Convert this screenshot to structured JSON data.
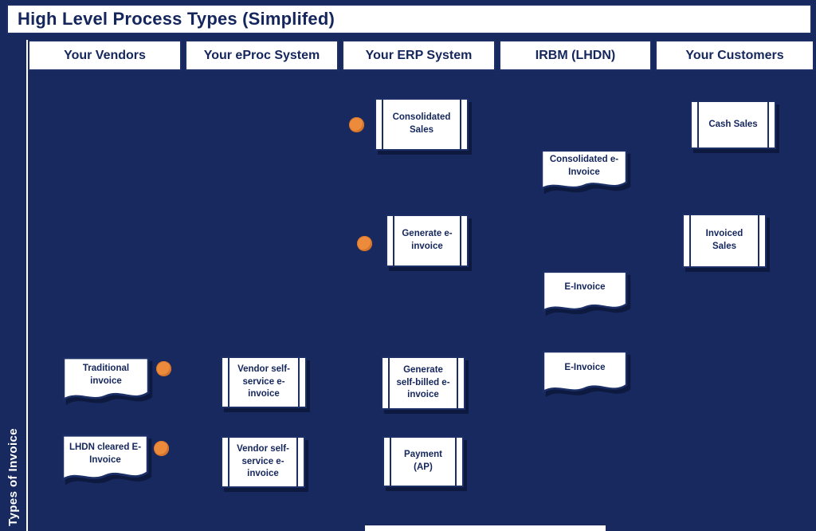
{
  "title": "High Level Process Types (Simplifed)",
  "side_label": "Types of Invoice",
  "lanes": [
    "Your Vendors",
    "Your eProc System",
    "Your ERP System",
    "IRBM (LHDN)",
    "Your Customers"
  ],
  "nodes": [
    {
      "id": "consolidated-sales",
      "type": "process",
      "lane": "Your ERP System",
      "label": "Consolidated Sales"
    },
    {
      "id": "cash-sales",
      "type": "process",
      "lane": "Your Customers",
      "label": "Cash Sales"
    },
    {
      "id": "consolidated-e-invoice",
      "type": "document",
      "lane": "IRBM (LHDN)",
      "label": "Consolidated e-Invoice"
    },
    {
      "id": "generate-e-invoice",
      "type": "process",
      "lane": "Your ERP System",
      "label": "Generate e-invoice"
    },
    {
      "id": "invoiced-sales",
      "type": "process",
      "lane": "Your Customers",
      "label": "Invoiced Sales"
    },
    {
      "id": "e-invoice-top",
      "type": "document",
      "lane": "IRBM (LHDN)",
      "label": "E-Invoice"
    },
    {
      "id": "e-invoice-bottom",
      "type": "document",
      "lane": "IRBM (LHDN)",
      "label": "E-Invoice"
    },
    {
      "id": "traditional-invoice",
      "type": "document",
      "lane": "Your Vendors",
      "label": "Traditional invoice"
    },
    {
      "id": "vendor-self-service-top",
      "type": "process",
      "lane": "Your eProc System",
      "label": "Vendor self-service e-invoice"
    },
    {
      "id": "generate-self-billed",
      "type": "process",
      "lane": "Your ERP System",
      "label": "Generate self-billed e-invoice"
    },
    {
      "id": "lhdn-cleared-e-invoice",
      "type": "document",
      "lane": "Your Vendors",
      "label": "LHDN cleared E-Invoice"
    },
    {
      "id": "vendor-self-service-bottom",
      "type": "process",
      "lane": "Your eProc System",
      "label": "Vendor self-service e-invoice"
    },
    {
      "id": "payment-ap",
      "type": "process",
      "lane": "Your ERP System",
      "label": "Payment (AP)"
    }
  ],
  "icons": {
    "marker": "orange-dot"
  },
  "colors": {
    "background": "#17295f",
    "box_fill": "#ffffff",
    "line": "#1b2f66",
    "text": "#14265c",
    "marker": "#ed8b3d"
  }
}
